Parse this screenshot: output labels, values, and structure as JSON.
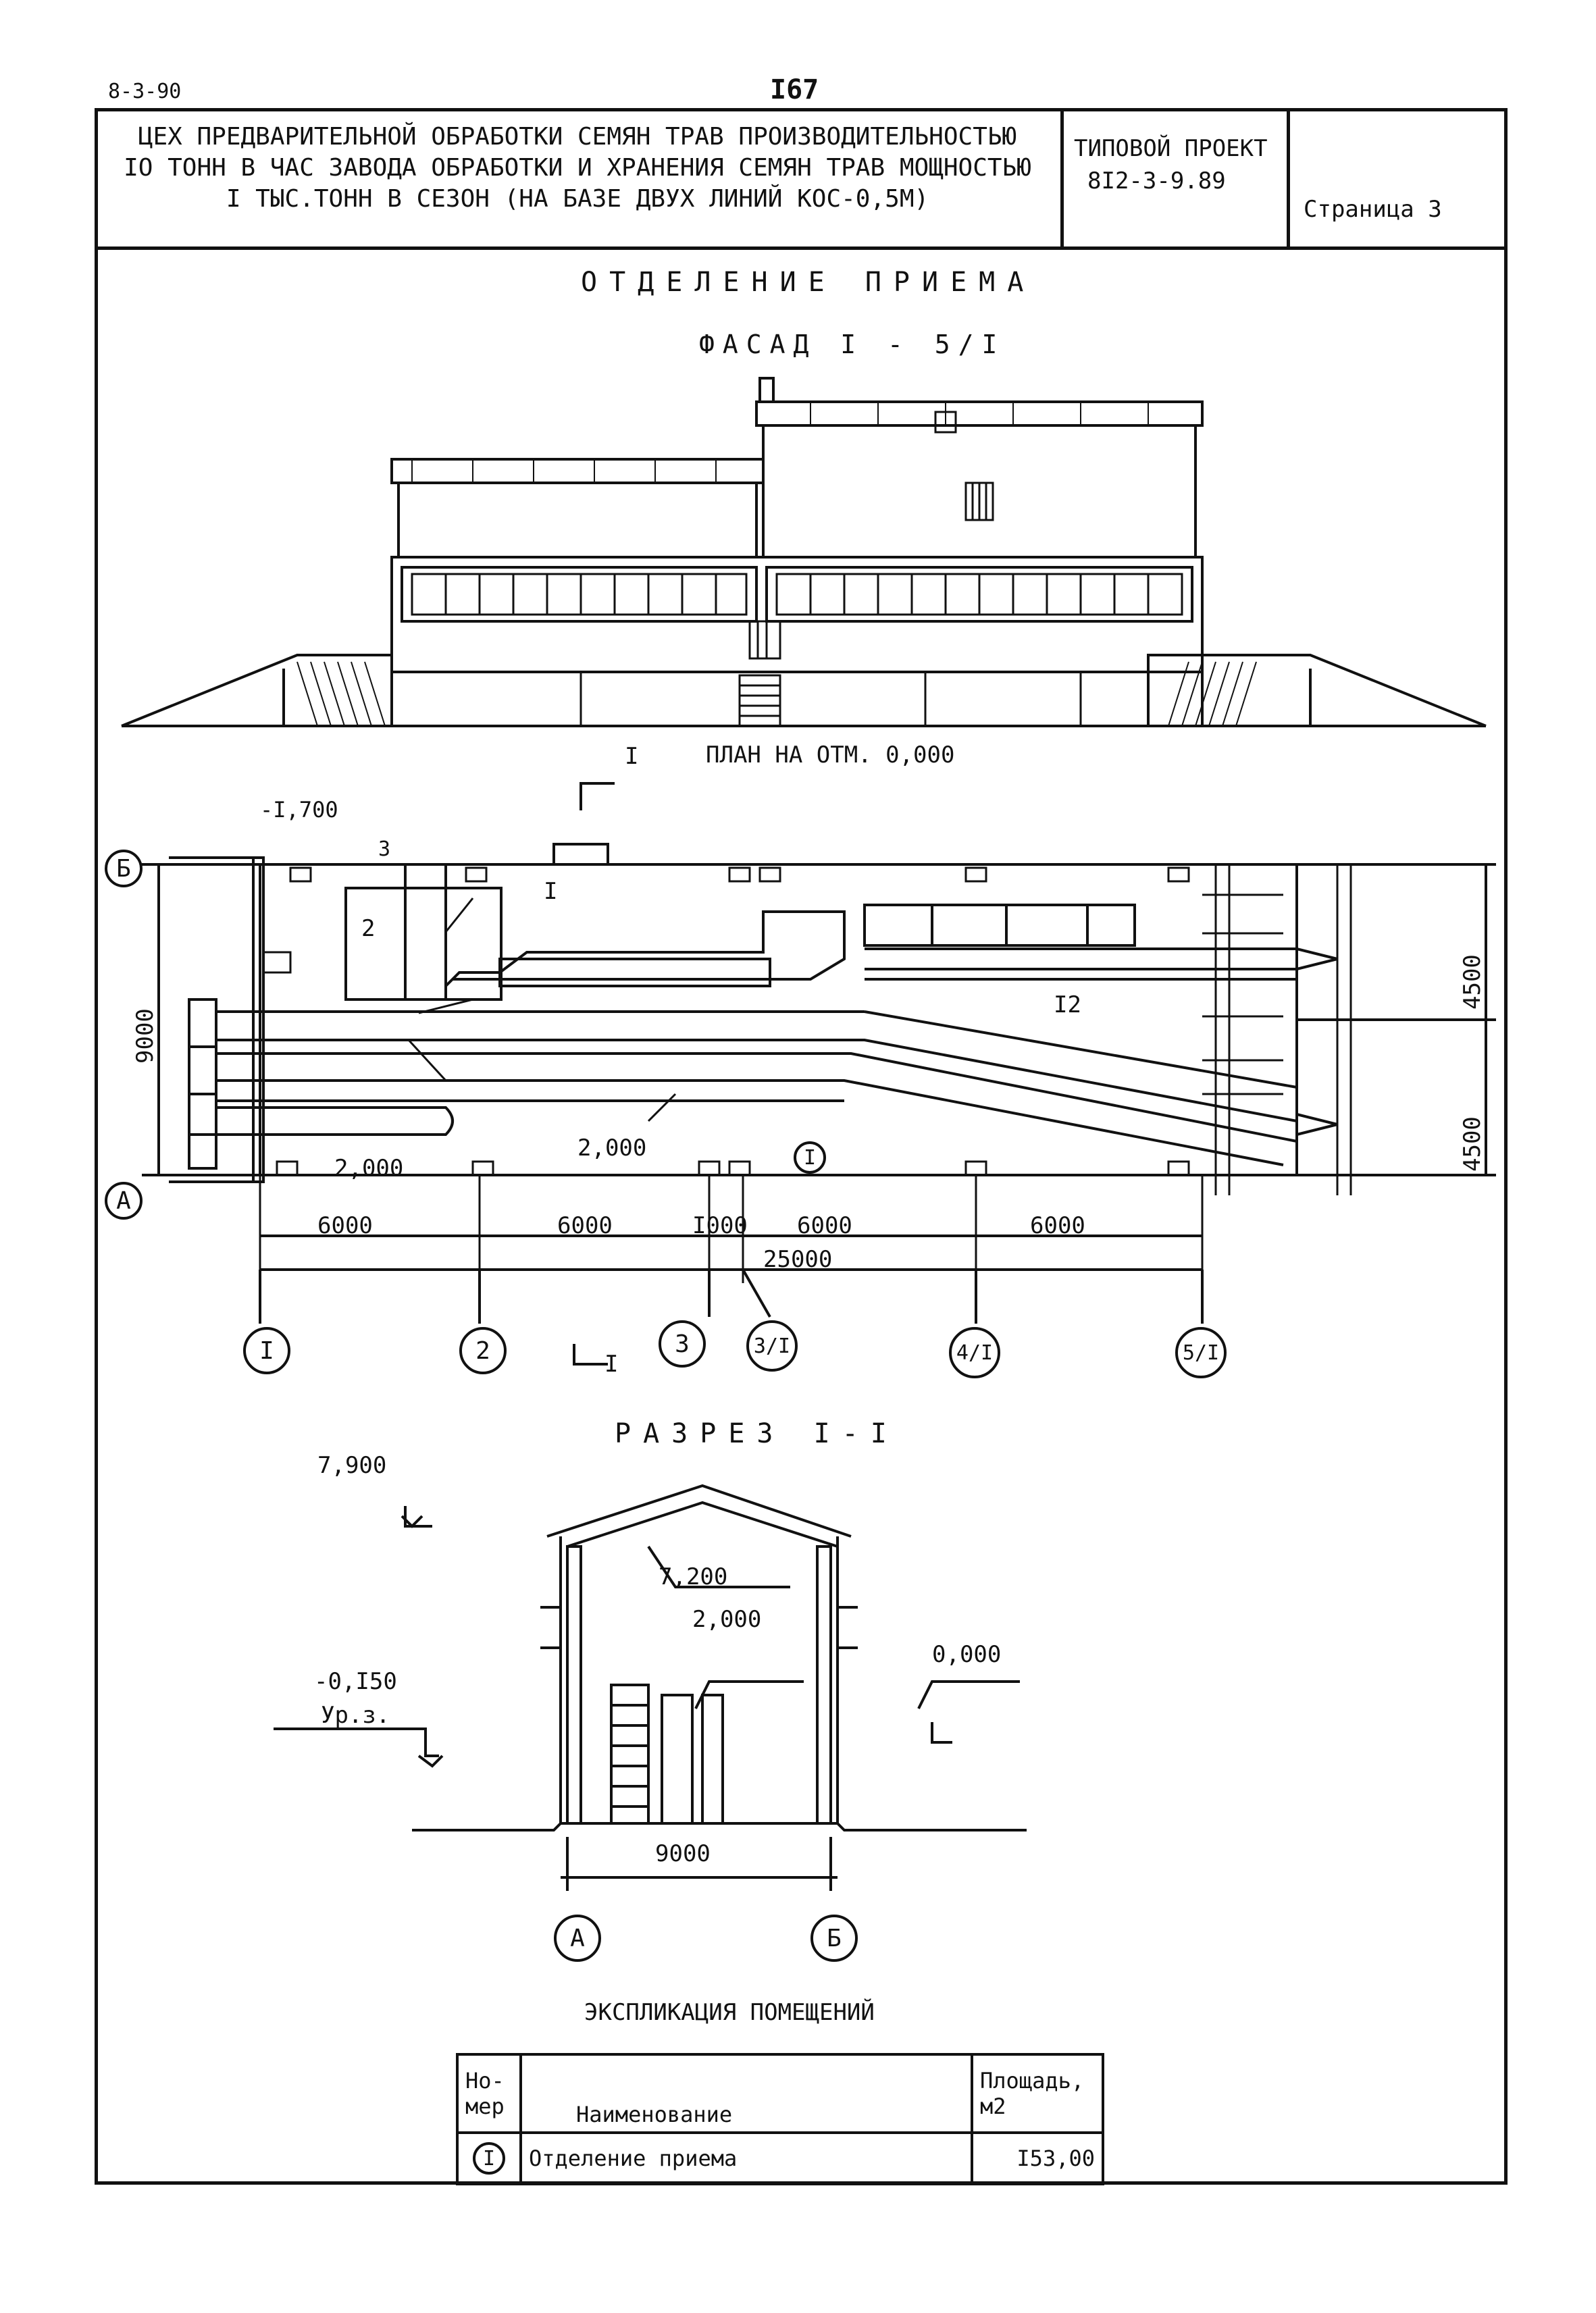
{
  "header": {
    "top_left_code": "8-3-90",
    "page_number": "I67",
    "title_lines": [
      "ЦЕХ ПРЕДВАРИТЕЛЬНОЙ ОБРАБОТКИ СЕМЯН ТРАВ ПРОИЗВОДИТЕЛЬНОСТЬЮ",
      "IO ТОНН В ЧАС ЗАВОДА ОБРАБОТКИ И ХРАНЕНИЯ СЕМЯН ТРАВ МОЩНОСТЬЮ",
      "I ТЫС.ТОНН В СЕЗОН (НА БАЗЕ ДВУХ ЛИНИЙ КОС-0,5М)"
    ],
    "project_label": "ТИПОВОЙ ПРОЕКТ",
    "project_code": "8I2-3-9.89",
    "page_label": "Страница 3"
  },
  "section": {
    "heading": "ОТДЕЛЕНИЕ ПРИЕМА",
    "facade_title": "ФАСАД I - 5/I"
  },
  "plan": {
    "title": "ПЛАН НА ОТМ. 0,000",
    "cut_mark": "I",
    "level_mark": "-I,700",
    "callouts": [
      "3",
      "2",
      "I",
      "I2"
    ],
    "floor_marks": [
      "2,000",
      "2,000"
    ],
    "room_number": "I",
    "axes_rows": [
      "Б",
      "А"
    ],
    "axes_cols": [
      "I",
      "2",
      "3",
      "3/I",
      "4/I",
      "5/I"
    ],
    "dims_bottom": [
      "6000",
      "6000",
      "I000",
      "6000",
      "6000"
    ],
    "dim_total": "25000",
    "dim_left": "9000",
    "dims_right": [
      "4500",
      "4500"
    ]
  },
  "section_cut": {
    "title": "РАЗРЕЗ I-I",
    "levels": [
      "7,900",
      "7,200",
      "2,000",
      "0,000",
      "-0,I50"
    ],
    "ground_label": "Ур.з.",
    "width_dim": "9000",
    "axes": [
      "А",
      "Б"
    ]
  },
  "explication": {
    "title": "ЭКСПЛИКАЦИЯ ПОМЕЩЕНИЙ",
    "col_number": "Но-\nмер",
    "col_name": "Наименование",
    "col_area": "Площадь,\nм2",
    "rows": [
      {
        "number": "I",
        "name": "Отделение приема",
        "area": "I53,00"
      }
    ]
  }
}
